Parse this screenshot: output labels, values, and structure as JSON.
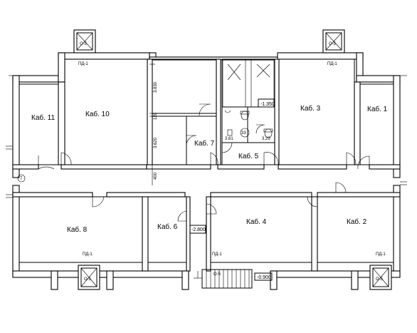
{
  "rooms": {
    "kab11": "Каб. 11",
    "kab10": "Каб. 10",
    "kab7": "Каб. 7",
    "kab5": "Каб. 5",
    "kab3": "Каб. 3",
    "kab1": "Каб. 1",
    "kab8": "Каб. 8",
    "kab6": "Каб. 6",
    "kab4": "Каб. 4",
    "kab2": "Каб. 2"
  },
  "dimensions": {
    "d1": "3.830",
    "d2": "120",
    "d3": "3.620",
    "d4": "400",
    "d5": "3.61",
    "d6": "3.29"
  },
  "levels": {
    "l1": "-1.350",
    "l2": "-2.800",
    "l3": "-0.900"
  },
  "vents": {
    "pd_tl": "ПД-1",
    "pd_tr": "ПД-1",
    "pd_bl": "ПД-1",
    "pd_bm": "ПД-1",
    "pd_br": "ПД-1",
    "o5_tl": "О-5",
    "o5_tr": "О-5",
    "o5_bl": "О-5",
    "o5_bm": "О-5",
    "o5_br": "О-5"
  },
  "markers": {
    "axis": "7",
    "meter": "33"
  }
}
